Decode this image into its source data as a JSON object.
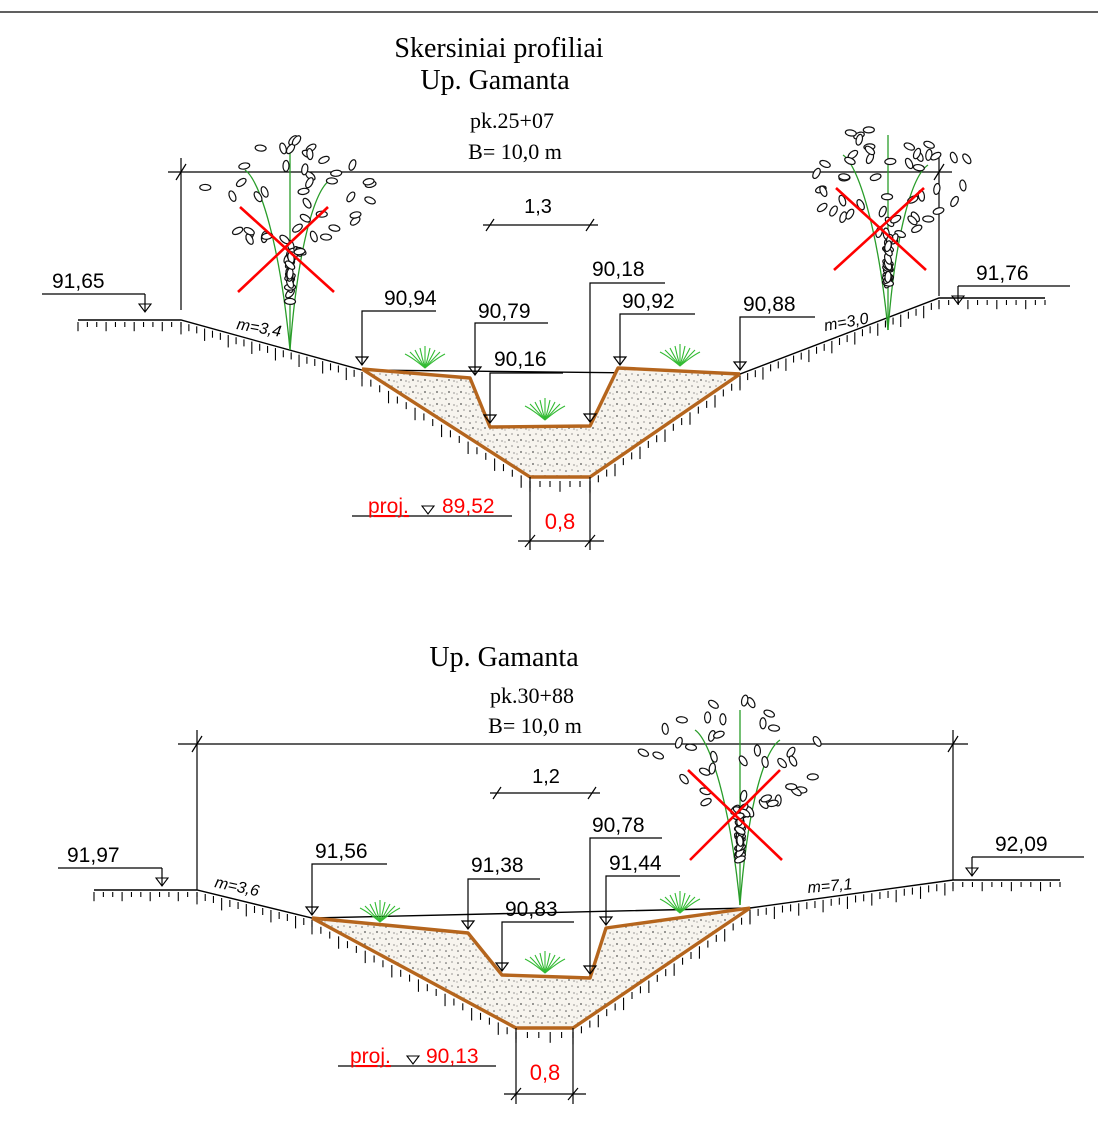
{
  "title": "Skersiniai profiliai",
  "colors": {
    "line": "#000000",
    "channel": "#b5651d",
    "fill": "#f6f2ec",
    "red": "#ff0000",
    "grass": "#33bb33",
    "tree": "#111111"
  },
  "profiles": [
    {
      "river": "Up. Gamanta",
      "station": "pk.25+07",
      "width": "B= 10,0 m",
      "bottom_width": "1,3",
      "left_ground": "91,65",
      "right_ground": "91,76",
      "left_slope": "m=3,4",
      "right_slope": "m=3,0",
      "levels": [
        "90,94",
        "90,79",
        "90,16",
        "90,18",
        "90,92",
        "90,88"
      ],
      "proj_label": "proj.",
      "proj_level": "89,52",
      "proj_bottom": "0,8"
    },
    {
      "river": "Up. Gamanta",
      "station": "pk.30+88",
      "width": "B= 10,0 m",
      "bottom_width": "1,2",
      "left_ground": "91,97",
      "right_ground": "92,09",
      "left_slope": "m=3,6",
      "right_slope": "m=7,1",
      "levels": [
        "91,56",
        "91,38",
        "90,83",
        "90,78",
        "91,44"
      ],
      "proj_label": "proj.",
      "proj_level": "90,13",
      "proj_bottom": "0,8"
    }
  ]
}
